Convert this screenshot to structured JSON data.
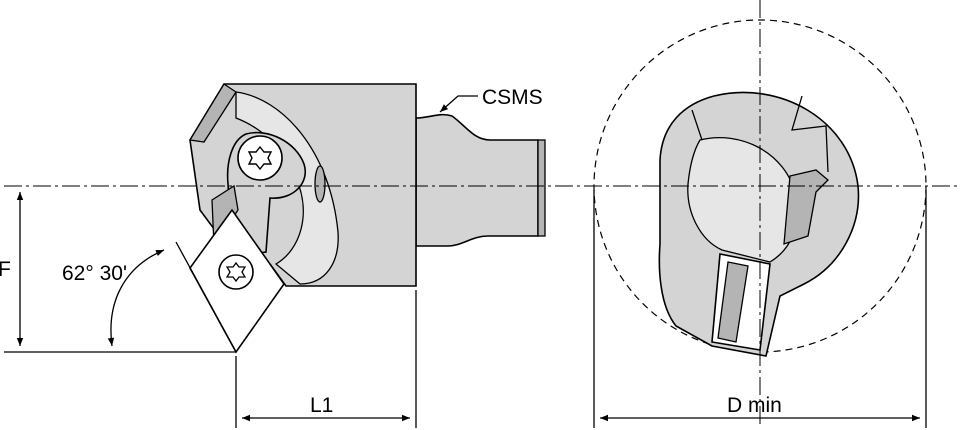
{
  "labels": {
    "connection": "CSMS",
    "angle": "62° 30'",
    "height": "F",
    "length": "L1",
    "diameter": "D min"
  }
}
